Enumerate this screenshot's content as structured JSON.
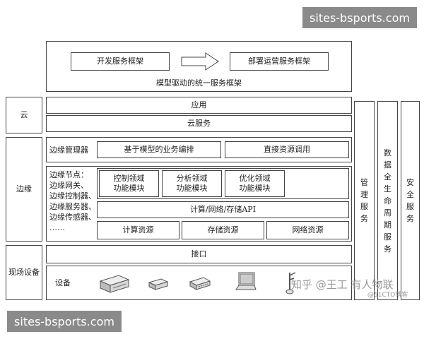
{
  "banners": {
    "top": "sites-bsports.com",
    "bottom": "sites-bsports.com"
  },
  "frame": {
    "dev_framework": "开发服务框架",
    "deploy_framework": "部署运营服务框架",
    "unified_framework": "模型驱动的统一服务框架"
  },
  "layers": {
    "cloud": "云",
    "edge": "边缘",
    "field": "现场设备"
  },
  "cloud": {
    "application": "应用",
    "cloud_service": "云服务"
  },
  "edge": {
    "manager": "边缘管理器",
    "orchestration": "基于模型的业务编排",
    "direct_resource": "直接资源调用",
    "node_list": [
      "边缘节点：",
      "边缘网关、",
      "边缘控制器、",
      "边缘服务器、",
      "边缘传感器、",
      "……"
    ],
    "modules": [
      [
        "控制领域",
        "功能模块"
      ],
      [
        "分析领域",
        "功能模块"
      ],
      [
        "优化领域",
        "功能模块"
      ]
    ],
    "api": "计算/网络/存储API",
    "resources": [
      "计算资源",
      "存储资源",
      "网络资源"
    ]
  },
  "field": {
    "interface": "接口",
    "devices": "设备"
  },
  "side": {
    "management": [
      "管",
      "理",
      "服",
      "务"
    ],
    "lifecycle": [
      "数",
      "据",
      "全",
      "生",
      "命",
      "周",
      "期",
      "服",
      "务"
    ],
    "security": [
      "安",
      "全",
      "服",
      "务"
    ]
  },
  "watermark": {
    "text": "知乎 @王工 有人物联",
    "sub": "@51CTO博客"
  },
  "icons": [
    "server-icon",
    "small-router-icon",
    "switch-icon",
    "laptop-icon",
    "sensor-icon"
  ]
}
